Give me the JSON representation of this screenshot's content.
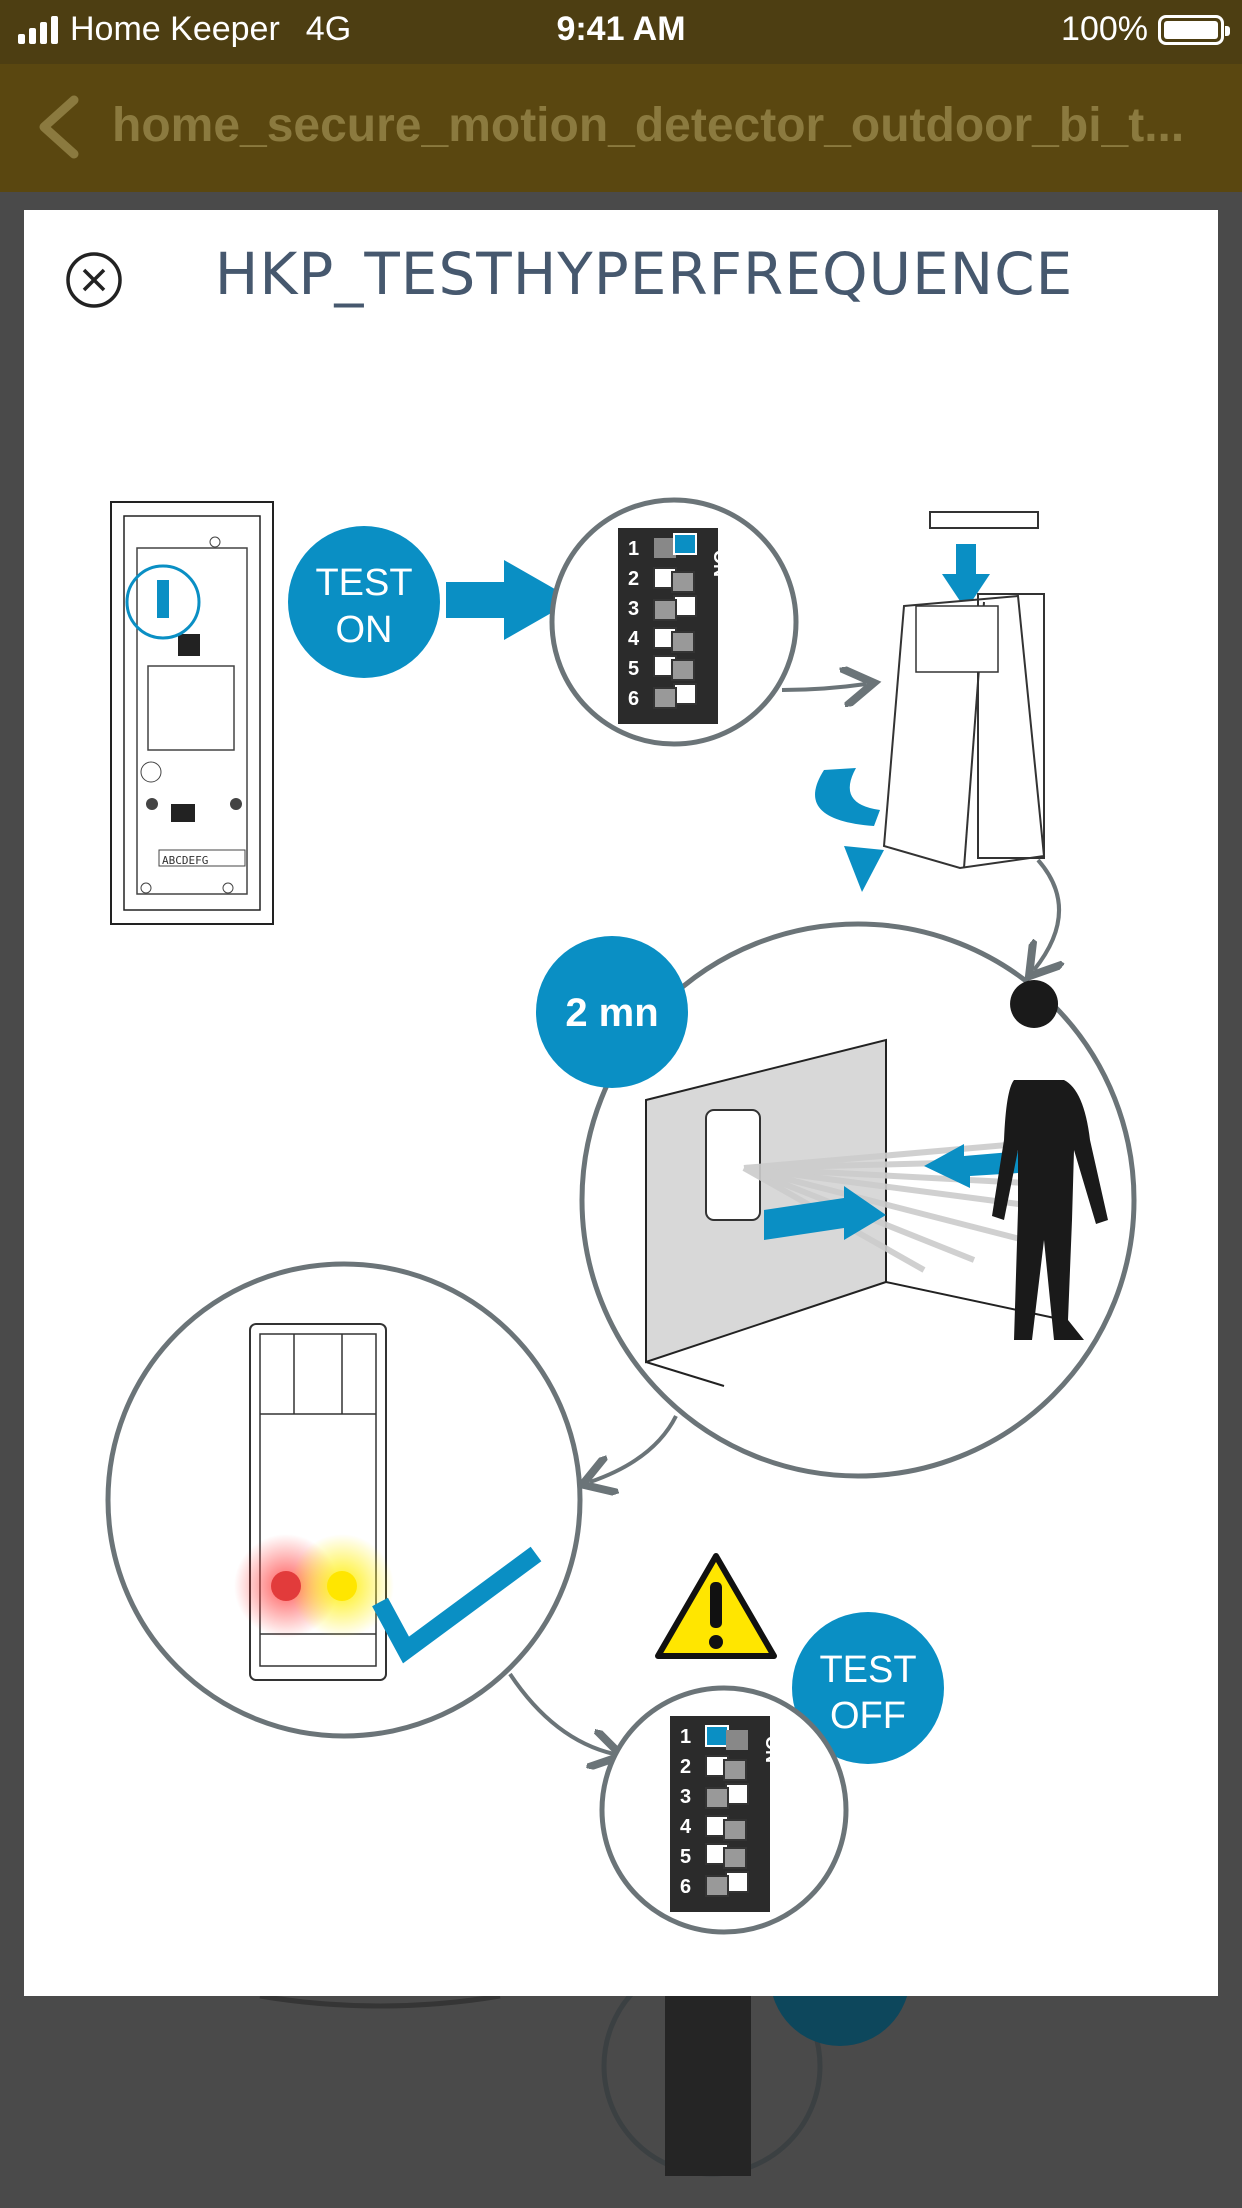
{
  "status": {
    "carrier": "Home Keeper",
    "network": "4G",
    "time": "9:41 AM",
    "battery": "100%"
  },
  "nav": {
    "title": "home_secure_motion_detector_outdoor_bi_t..."
  },
  "modal": {
    "title": "HKP_TESTHYPERFREQUENCE"
  },
  "diagram": {
    "test_on": [
      "TEST",
      "ON"
    ],
    "test_off": [
      "TEST",
      "OFF"
    ],
    "duration": "2 mn",
    "switch_on_label": "ON",
    "switch_numbers": [
      "1",
      "2",
      "3",
      "4",
      "5",
      "6"
    ],
    "terminal_letters": "ABCDEFG"
  },
  "colors": {
    "accent": "#0a8fc4",
    "status_bar": "#4d3e12",
    "nav_bar": "#5a4710",
    "circle_stroke": "#6b7478"
  }
}
